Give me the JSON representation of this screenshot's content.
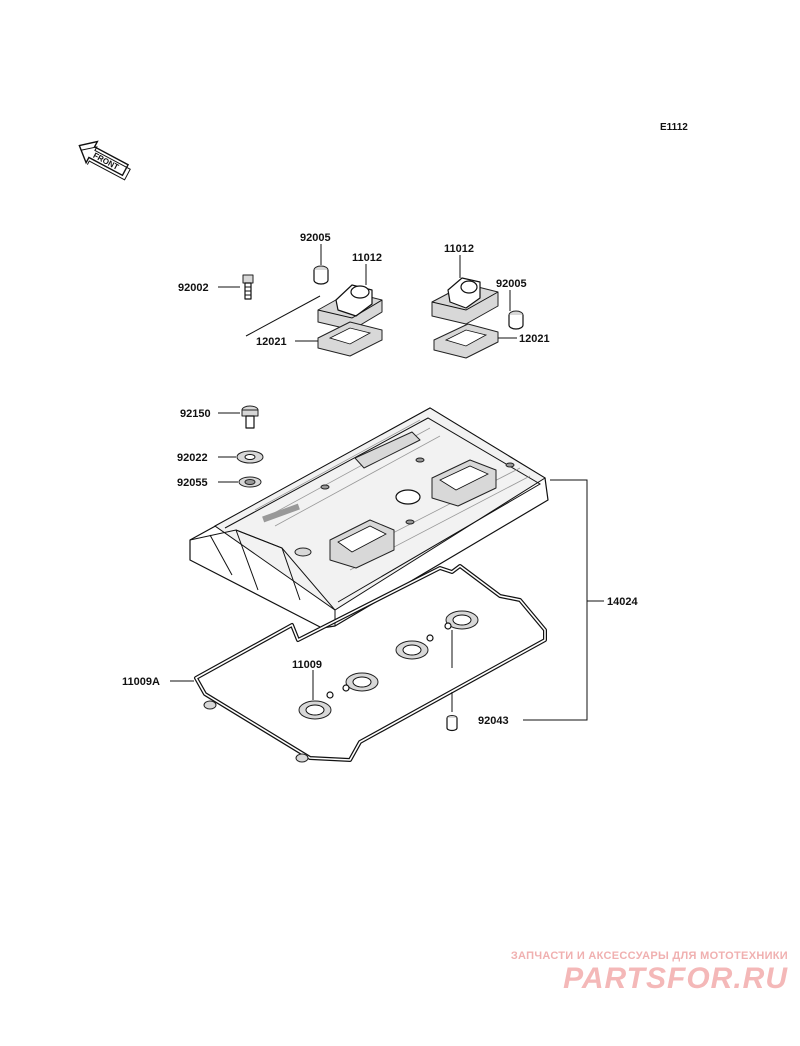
{
  "diagram_code": "E1112",
  "front_arrow_label": "FRONT",
  "parts": {
    "p92005_left": "92005",
    "p11012_left": "11012",
    "p92002": "92002",
    "p12021_left": "12021",
    "p11012_right": "11012",
    "p92005_right": "92005",
    "p12021_right": "12021",
    "p92150": "92150",
    "p92022": "92022",
    "p92055": "92055",
    "p14024": "14024",
    "p11009": "11009",
    "p11009A": "11009A",
    "p92043": "92043"
  },
  "watermark": {
    "tagline": "ЗАПЧАСТИ И АКСЕССУАРЫ ДЛЯ МОТОТЕХНИКИ",
    "logo": "PARTSFOR.RU"
  }
}
